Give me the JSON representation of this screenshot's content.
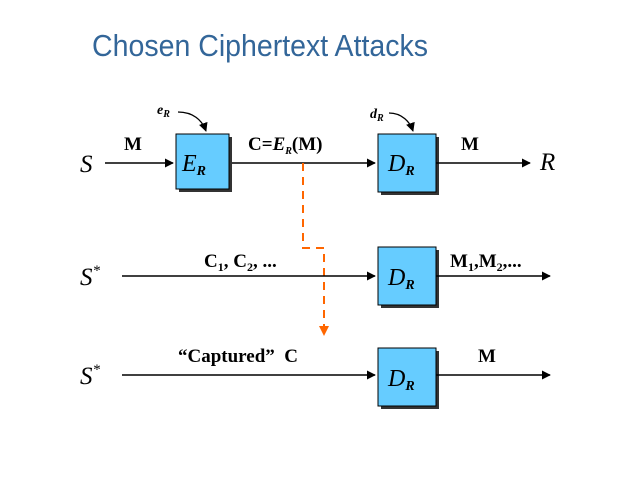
{
  "title": "Chosen Ciphertext Attacks",
  "colors": {
    "title": "#336699",
    "box_fill": "#66ccff",
    "dashed_path": "#ff6600"
  },
  "row1": {
    "sender": "S",
    "receiver": "R",
    "message_in": "M",
    "encrypt_box": {
      "main": "E",
      "sub": "R"
    },
    "encrypt_key": {
      "main": "e",
      "sub": "R"
    },
    "ciphertext": {
      "pre": "C=",
      "italic": "E",
      "sub": "R",
      "post": "(M)"
    },
    "decrypt_box": {
      "main": "D",
      "sub": "R"
    },
    "decrypt_key": {
      "main": "d",
      "sub": "R"
    },
    "message_out": "M"
  },
  "row2": {
    "sender": {
      "main": "S",
      "sup": "*"
    },
    "input": {
      "a": "C",
      "a_sub": "1",
      "sep": ", ",
      "b": "C",
      "b_sub": "2",
      "tail": ", ..."
    },
    "decrypt_box": {
      "main": "D",
      "sub": "R"
    },
    "output": {
      "a": "M",
      "a_sub": "1",
      "sep": ",",
      "b": "M",
      "b_sub": "2",
      "tail": ",..."
    }
  },
  "row3": {
    "sender": {
      "main": "S",
      "sup": "*"
    },
    "input": "“Captured”  C",
    "decrypt_box": {
      "main": "D",
      "sub": "R"
    },
    "output": "M"
  }
}
